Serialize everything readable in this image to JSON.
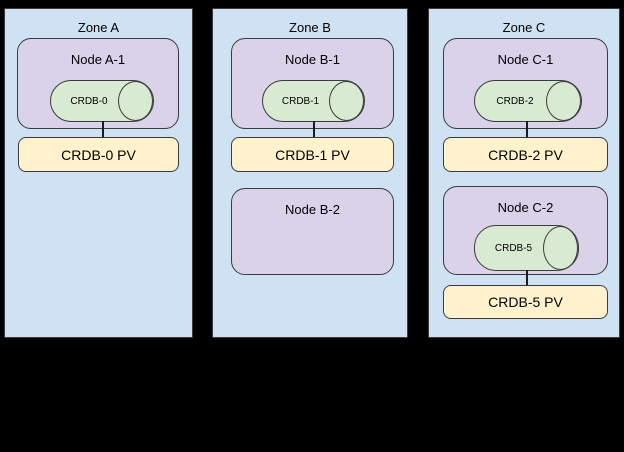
{
  "diagram": {
    "type": "kubernetes-zone-topology",
    "background": "#000000",
    "colors": {
      "zone_fill": "#cfe2f3",
      "node_fill": "#d9d2e9",
      "cylinder_fill": "#d9ead3",
      "pv_fill": "#fff2cc",
      "stroke": "#3b3b3b",
      "text": "#000000"
    }
  },
  "zones": [
    {
      "label": "Zone A",
      "nodes": [
        {
          "label": "Node A-1",
          "cylinder_label": "CRDB-0",
          "pv_label": "CRDB-0 PV"
        }
      ]
    },
    {
      "label": "Zone B",
      "nodes": [
        {
          "label": "Node B-1",
          "cylinder_label": "CRDB-1",
          "pv_label": "CRDB-1 PV"
        },
        {
          "label": "Node B-2"
        }
      ]
    },
    {
      "label": "Zone C",
      "nodes": [
        {
          "label": "Node C-1",
          "cylinder_label": "CRDB-2",
          "pv_label": "CRDB-2 PV"
        },
        {
          "label": "Node C-2",
          "cylinder_label": "CRDB-5",
          "pv_label": "CRDB-5 PV"
        }
      ]
    }
  ]
}
